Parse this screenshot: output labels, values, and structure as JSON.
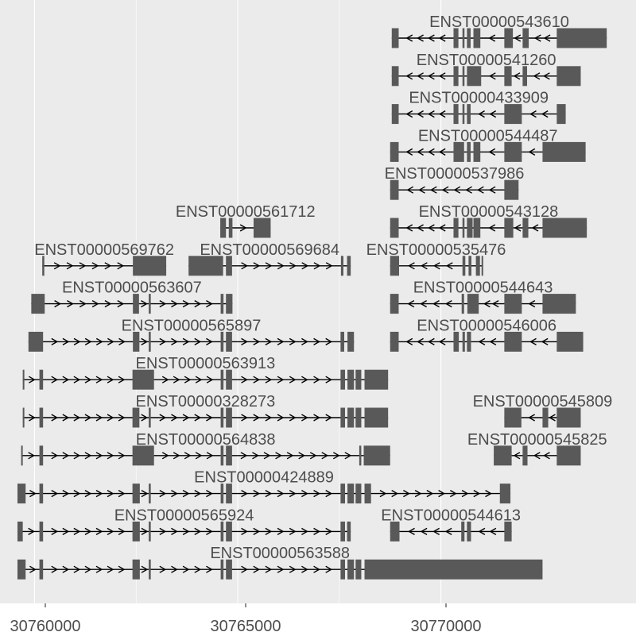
{
  "chart_data": {
    "type": "gene-track",
    "title": "",
    "xlabel": "",
    "ylabel": "",
    "xlim": [
      30759150,
      30774800
    ],
    "x_ticks": [
      30760000,
      30765000,
      30770000
    ],
    "x_tick_labels": [
      "30760000",
      "30765000",
      "30770000"
    ],
    "grid": true,
    "colors": {
      "panel": "#ebebeb",
      "grid": "#ffffff",
      "exon": "#595959",
      "intron": "#000000",
      "label": "#4d4d4d"
    },
    "transcripts": [
      {
        "name": "ENST00000543610",
        "strand": "-",
        "row": 1,
        "start": 30768790,
        "end": 30774080,
        "exons": [
          [
            30768790,
            30768960
          ],
          [
            30770310,
            30770430
          ],
          [
            30770530,
            30770580
          ],
          [
            30770640,
            30770730
          ],
          [
            30770800,
            30770970
          ],
          [
            30771560,
            30771770
          ],
          [
            30772010,
            30772160
          ],
          [
            30772850,
            30774080
          ]
        ]
      },
      {
        "name": "ENST00000541260",
        "strand": "-",
        "row": 2,
        "start": 30768790,
        "end": 30773440,
        "exons": [
          [
            30768790,
            30768960
          ],
          [
            30770310,
            30770430
          ],
          [
            30770530,
            30770580
          ],
          [
            30770640,
            30770990
          ],
          [
            30771560,
            30771740
          ],
          [
            30772010,
            30772120
          ],
          [
            30772850,
            30773440
          ]
        ]
      },
      {
        "name": "ENST00000433909",
        "strand": "-",
        "row": 3,
        "start": 30768790,
        "end": 30773070,
        "exons": [
          [
            30768790,
            30768960
          ],
          [
            30770310,
            30770430
          ],
          [
            30770530,
            30770580
          ],
          [
            30770640,
            30770730
          ],
          [
            30771560,
            30771990
          ],
          [
            30772850,
            30773070
          ]
        ]
      },
      {
        "name": "ENST00000544487",
        "strand": "-",
        "row": 4,
        "start": 30768750,
        "end": 30773560,
        "exons": [
          [
            30768750,
            30768960
          ],
          [
            30770310,
            30770570
          ],
          [
            30770640,
            30770730
          ],
          [
            30770800,
            30770970
          ],
          [
            30771560,
            30771990
          ],
          [
            30772500,
            30773560
          ]
        ]
      },
      {
        "name": "ENST00000537986",
        "strand": "-",
        "row": 5,
        "start": 30768750,
        "end": 30771910,
        "exons": [
          [
            30768750,
            30768960
          ],
          [
            30771560,
            30771910
          ]
        ]
      },
      {
        "name": "ENST00000561712",
        "strand": "+",
        "row": 6,
        "start": 30764570,
        "end": 30765810,
        "exons": [
          [
            30764570,
            30764710
          ],
          [
            30764780,
            30764870
          ],
          [
            30765390,
            30765810
          ]
        ]
      },
      {
        "name": "ENST00000543128",
        "strand": "-",
        "row": 6,
        "start": 30768750,
        "end": 30773590,
        "exons": [
          [
            30768750,
            30768960
          ],
          [
            30770310,
            30770430
          ],
          [
            30770530,
            30770580
          ],
          [
            30770640,
            30770780
          ],
          [
            30770800,
            30770970
          ],
          [
            30771560,
            30771780
          ],
          [
            30772010,
            30772150
          ],
          [
            30772500,
            30773590
          ]
        ]
      },
      {
        "name": "ENST00000569762",
        "strand": "+",
        "row": 7,
        "start": 30760190,
        "end": 30763240,
        "exons": [
          [
            30760190,
            30760240
          ],
          [
            30762420,
            30763240
          ]
        ]
      },
      {
        "name": "ENST00000569684",
        "strand": "+",
        "row": 7,
        "start": 30763790,
        "end": 30767780,
        "exons": [
          [
            30763790,
            30764640
          ],
          [
            30764710,
            30764860
          ],
          [
            30767540,
            30767600
          ],
          [
            30767690,
            30767780
          ]
        ]
      },
      {
        "name": "ENST00000535476",
        "strand": "-",
        "row": 7,
        "start": 30768750,
        "end": 30771010,
        "exons": [
          [
            30768750,
            30768970
          ],
          [
            30770530,
            30770600
          ],
          [
            30770680,
            30770750
          ],
          [
            30770860,
            30770960
          ],
          [
            30771000,
            30771010
          ]
        ]
      },
      {
        "name": "ENST00000563607",
        "strand": "+",
        "row": 8,
        "start": 30759920,
        "end": 30764870,
        "exons": [
          [
            30759920,
            30760250
          ],
          [
            30762420,
            30762570
          ],
          [
            30762810,
            30762860
          ],
          [
            30764580,
            30764650
          ],
          [
            30764710,
            30764870
          ]
        ]
      },
      {
        "name": "ENST00000544643",
        "strand": "-",
        "row": 8,
        "start": 30768750,
        "end": 30773320,
        "exons": [
          [
            30768750,
            30768960
          ],
          [
            30770510,
            30770570
          ],
          [
            30770650,
            30770930
          ],
          [
            30771560,
            30771990
          ],
          [
            30772500,
            30773320
          ]
        ]
      },
      {
        "name": "ENST00000565897",
        "strand": "+",
        "row": 9,
        "start": 30759850,
        "end": 30767860,
        "exons": [
          [
            30759850,
            30760210
          ],
          [
            30762420,
            30762580
          ],
          [
            30762810,
            30762860
          ],
          [
            30764580,
            30764650
          ],
          [
            30764710,
            30764860
          ],
          [
            30767530,
            30767620
          ],
          [
            30767700,
            30767860
          ]
        ]
      },
      {
        "name": "ENST00000546006",
        "strand": "-",
        "row": 9,
        "start": 30768750,
        "end": 30773500,
        "exons": [
          [
            30768750,
            30768960
          ],
          [
            30770310,
            30770440
          ],
          [
            30770530,
            30770590
          ],
          [
            30770640,
            30770740
          ],
          [
            30771560,
            30771990
          ],
          [
            30772850,
            30773500
          ]
        ]
      },
      {
        "name": "ENST00000563913",
        "strand": "+",
        "row": 10,
        "start": 30759710,
        "end": 30768700,
        "exons": [
          [
            30759710,
            30759740
          ],
          [
            30760120,
            30760210
          ],
          [
            30762410,
            30762940
          ],
          [
            30764580,
            30764650
          ],
          [
            30764710,
            30764860
          ],
          [
            30767530,
            30767640
          ],
          [
            30767700,
            30767860
          ],
          [
            30767900,
            30768040
          ],
          [
            30768120,
            30768700
          ]
        ]
      },
      {
        "name": "ENST00000328273",
        "strand": "+",
        "row": 11,
        "start": 30759710,
        "end": 30768700,
        "exons": [
          [
            30759710,
            30759740
          ],
          [
            30760120,
            30760210
          ],
          [
            30762410,
            30762580
          ],
          [
            30762810,
            30762860
          ],
          [
            30764580,
            30764650
          ],
          [
            30764710,
            30764860
          ],
          [
            30767530,
            30767640
          ],
          [
            30767700,
            30767860
          ],
          [
            30767900,
            30768040
          ],
          [
            30768120,
            30768700
          ]
        ]
      },
      {
        "name": "ENST00000545809",
        "strand": "-",
        "row": 11,
        "start": 30771560,
        "end": 30773440,
        "exons": [
          [
            30771560,
            30771980
          ],
          [
            30772500,
            30772640
          ],
          [
            30772850,
            30773440
          ]
        ]
      },
      {
        "name": "ENST00000564838",
        "strand": "+",
        "row": 12,
        "start": 30759670,
        "end": 30768750,
        "exons": [
          [
            30759670,
            30759710
          ],
          [
            30760120,
            30760210
          ],
          [
            30762410,
            30762940
          ],
          [
            30764580,
            30764650
          ],
          [
            30764710,
            30764860
          ],
          [
            30767990,
            30768040
          ],
          [
            30768100,
            30768750
          ]
        ]
      },
      {
        "name": "ENST00000545825",
        "strand": "-",
        "row": 12,
        "start": 30771300,
        "end": 30773440,
        "exons": [
          [
            30771300,
            30771740
          ],
          [
            30772010,
            30772130
          ],
          [
            30772850,
            30773440
          ]
        ]
      },
      {
        "name": "ENST00000424889",
        "strand": "+",
        "row": 13,
        "start": 30759580,
        "end": 30771710,
        "exons": [
          [
            30759580,
            30759780
          ],
          [
            30760120,
            30760210
          ],
          [
            30762410,
            30762590
          ],
          [
            30762810,
            30762860
          ],
          [
            30764580,
            30764650
          ],
          [
            30764710,
            30764860
          ],
          [
            30767530,
            30767640
          ],
          [
            30767700,
            30767860
          ],
          [
            30767900,
            30768040
          ],
          [
            30768120,
            30768280
          ],
          [
            30771450,
            30771710
          ]
        ]
      },
      {
        "name": "ENST00000565924",
        "strand": "+",
        "row": 14,
        "start": 30759580,
        "end": 30767780,
        "exons": [
          [
            30759580,
            30759710
          ],
          [
            30760120,
            30760210
          ],
          [
            30762410,
            30762590
          ],
          [
            30762810,
            30762860
          ],
          [
            30764580,
            30764650
          ],
          [
            30764710,
            30764860
          ],
          [
            30767530,
            30767640
          ],
          [
            30767690,
            30767780
          ]
        ]
      },
      {
        "name": "ENST00000544613",
        "strand": "-",
        "row": 14,
        "start": 30768750,
        "end": 30771740,
        "exons": [
          [
            30768750,
            30768980
          ],
          [
            30770500,
            30770580
          ],
          [
            30770640,
            30770740
          ],
          [
            30771560,
            30771740
          ]
        ]
      },
      {
        "name": "ENST00000563588",
        "strand": "+",
        "row": 15,
        "start": 30759580,
        "end": 30772500,
        "exons": [
          [
            30759580,
            30759780
          ],
          [
            30760120,
            30760210
          ],
          [
            30762410,
            30762590
          ],
          [
            30762810,
            30762860
          ],
          [
            30764580,
            30764650
          ],
          [
            30764710,
            30764860
          ],
          [
            30767530,
            30767640
          ],
          [
            30767700,
            30767860
          ],
          [
            30767900,
            30768040
          ],
          [
            30768120,
            30772500
          ]
        ]
      }
    ]
  }
}
